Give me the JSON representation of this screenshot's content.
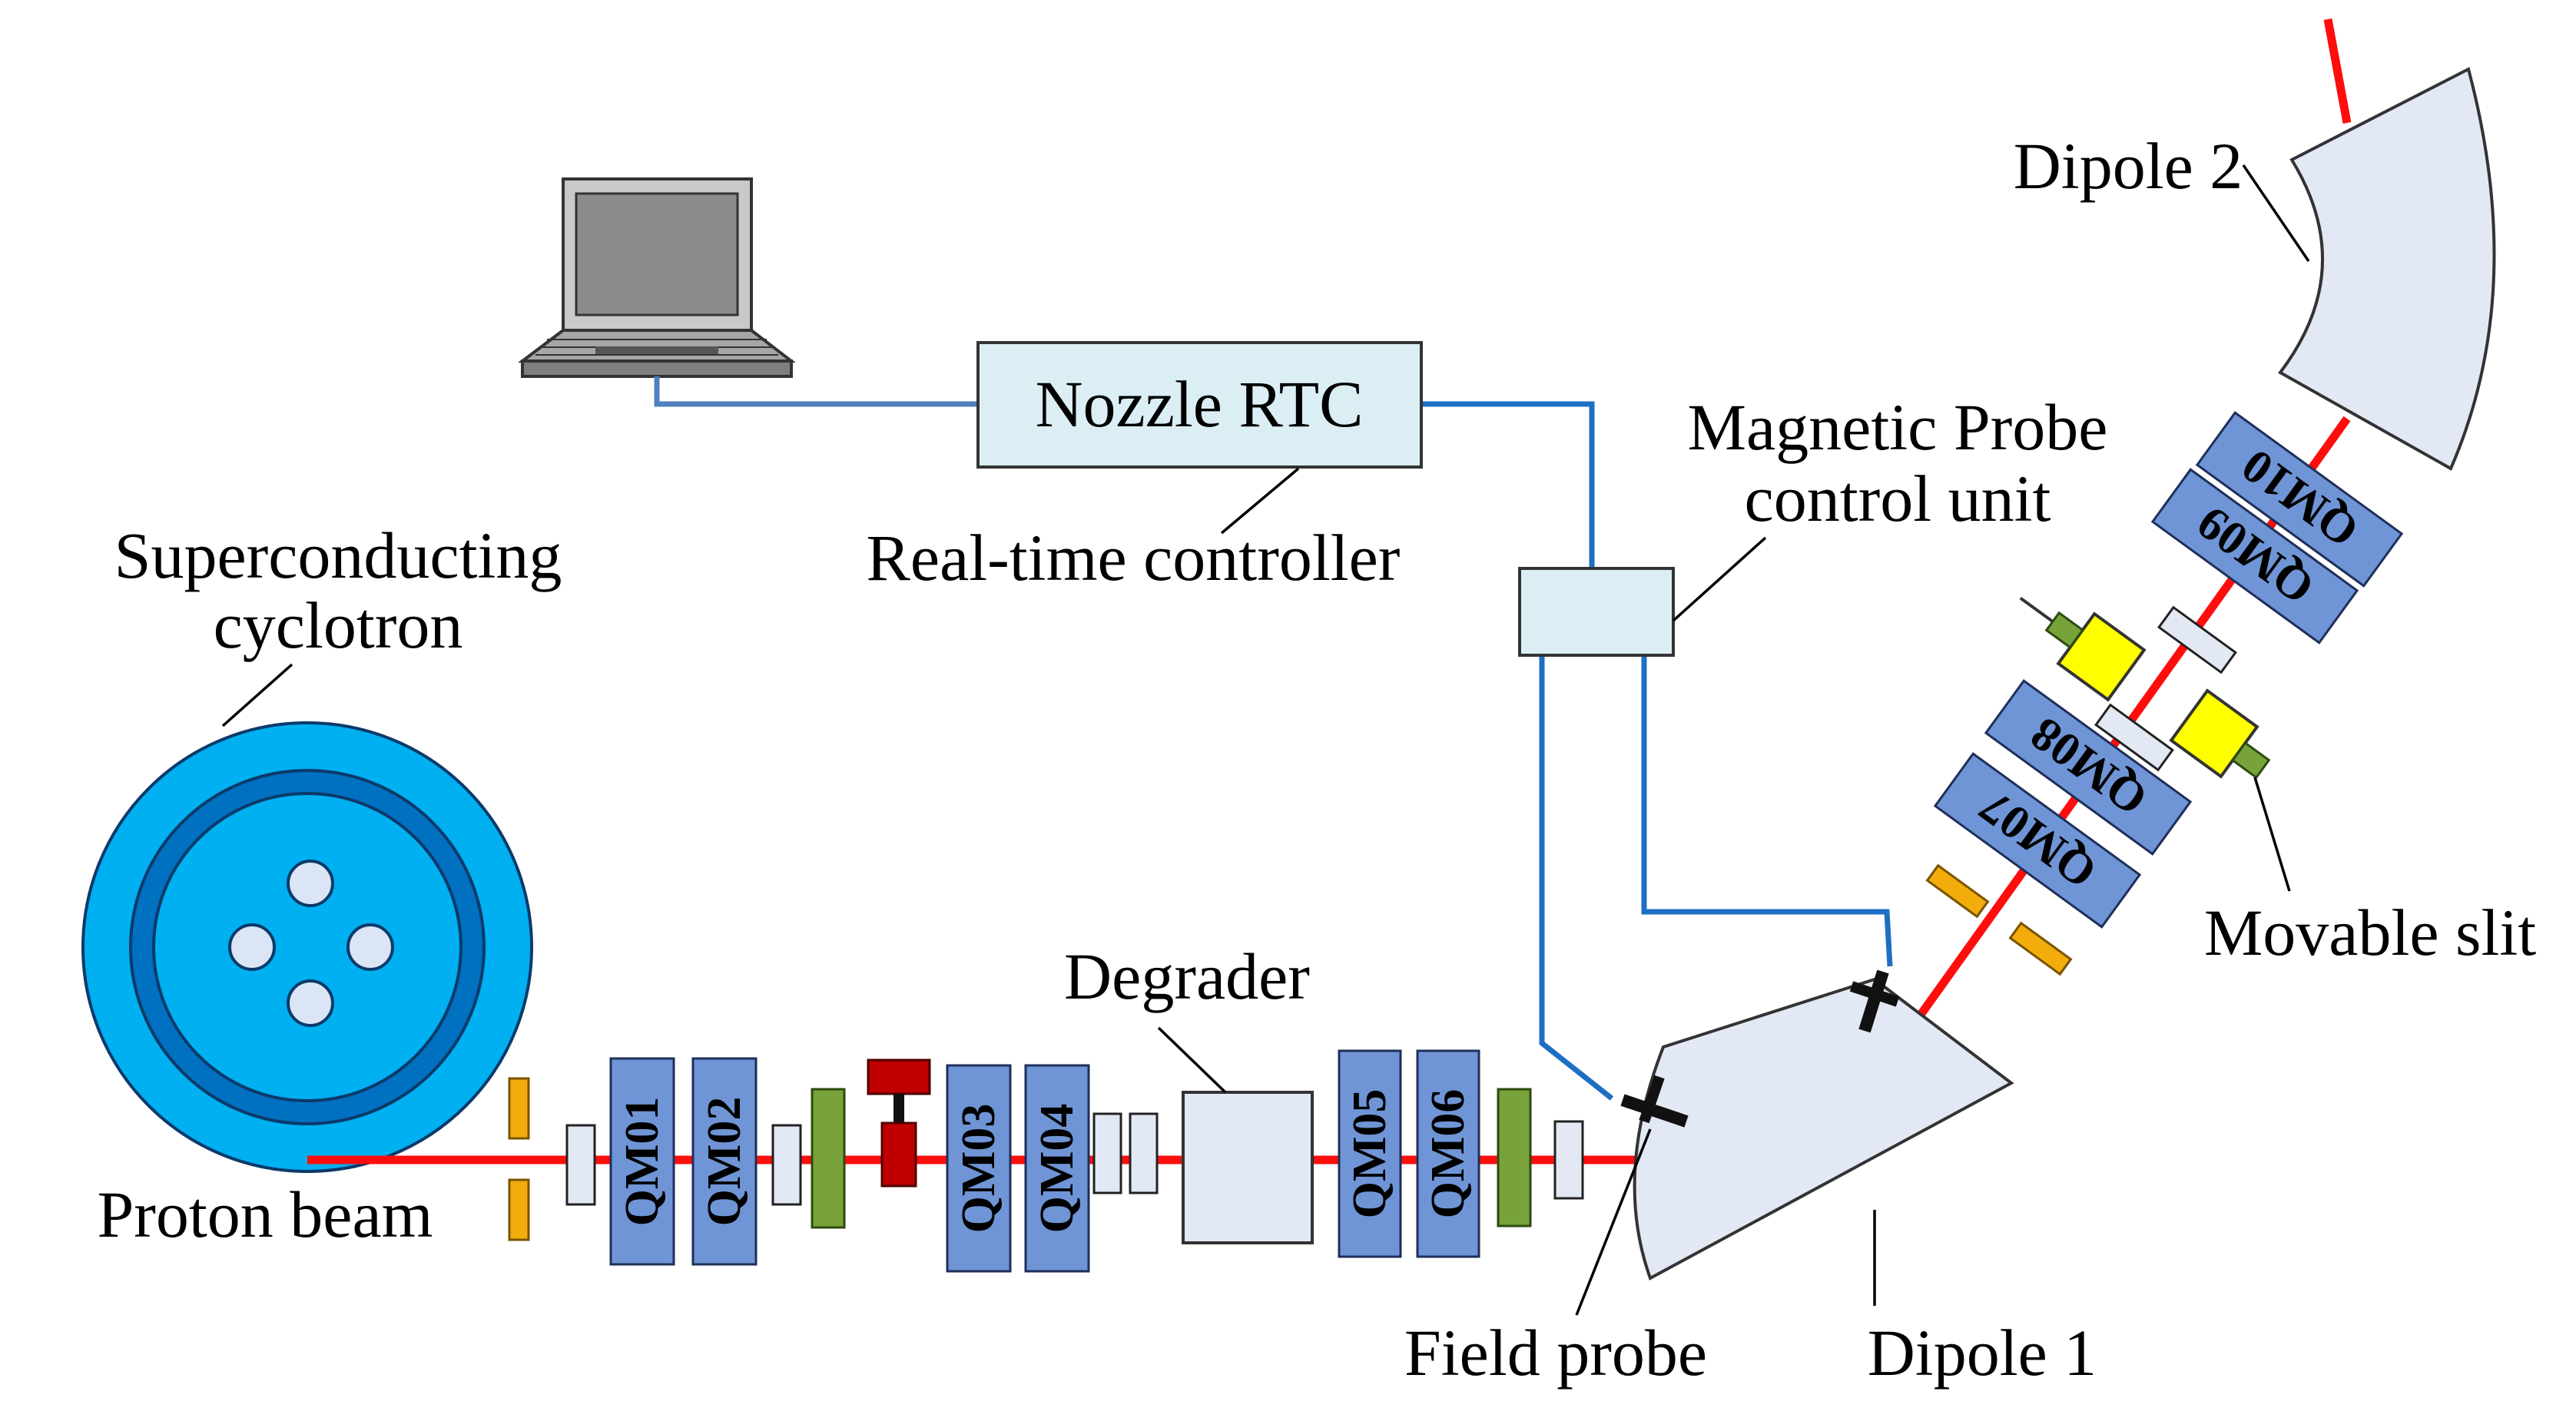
{
  "labels": {
    "nozzle_rtc": "Nozzle RTC",
    "real_time_controller": "Real-time controller",
    "magnetic_probe_line1": "Magnetic Probe",
    "magnetic_probe_line2": "control unit",
    "cyclotron_line1": "Superconducting",
    "cyclotron_line2": "cyclotron",
    "proton_beam": "Proton beam",
    "degrader": "Degrader",
    "field_probe": "Field probe",
    "dipole1": "Dipole 1",
    "dipole2": "Dipole 2",
    "movable_slit": "Movable slit"
  },
  "quadrupoles": {
    "qm01": "QM01",
    "qm02": "QM02",
    "qm03": "QM03",
    "qm04": "QM04",
    "qm05": "QM05",
    "qm06": "QM06",
    "qm07": "QM07",
    "qm08": "QM08",
    "qm09": "QM09",
    "qm10": "QM10"
  },
  "colors": {
    "beam": "#ff0d0d",
    "wire": "#1d6fc3",
    "quadrupole": "#6f95d6",
    "cyclotron_outer": "#00b0f0",
    "cyclotron_ring": "#0070c0",
    "controller_box": "#dbeef3",
    "dipole": "#e3e8f5",
    "slit_yellow": "#ffff00",
    "steering_red": "#c00000",
    "collimator_orange": "#f2ad0c",
    "profile_green": "#77a33a"
  },
  "icons": {
    "computer": "laptop-icon"
  }
}
